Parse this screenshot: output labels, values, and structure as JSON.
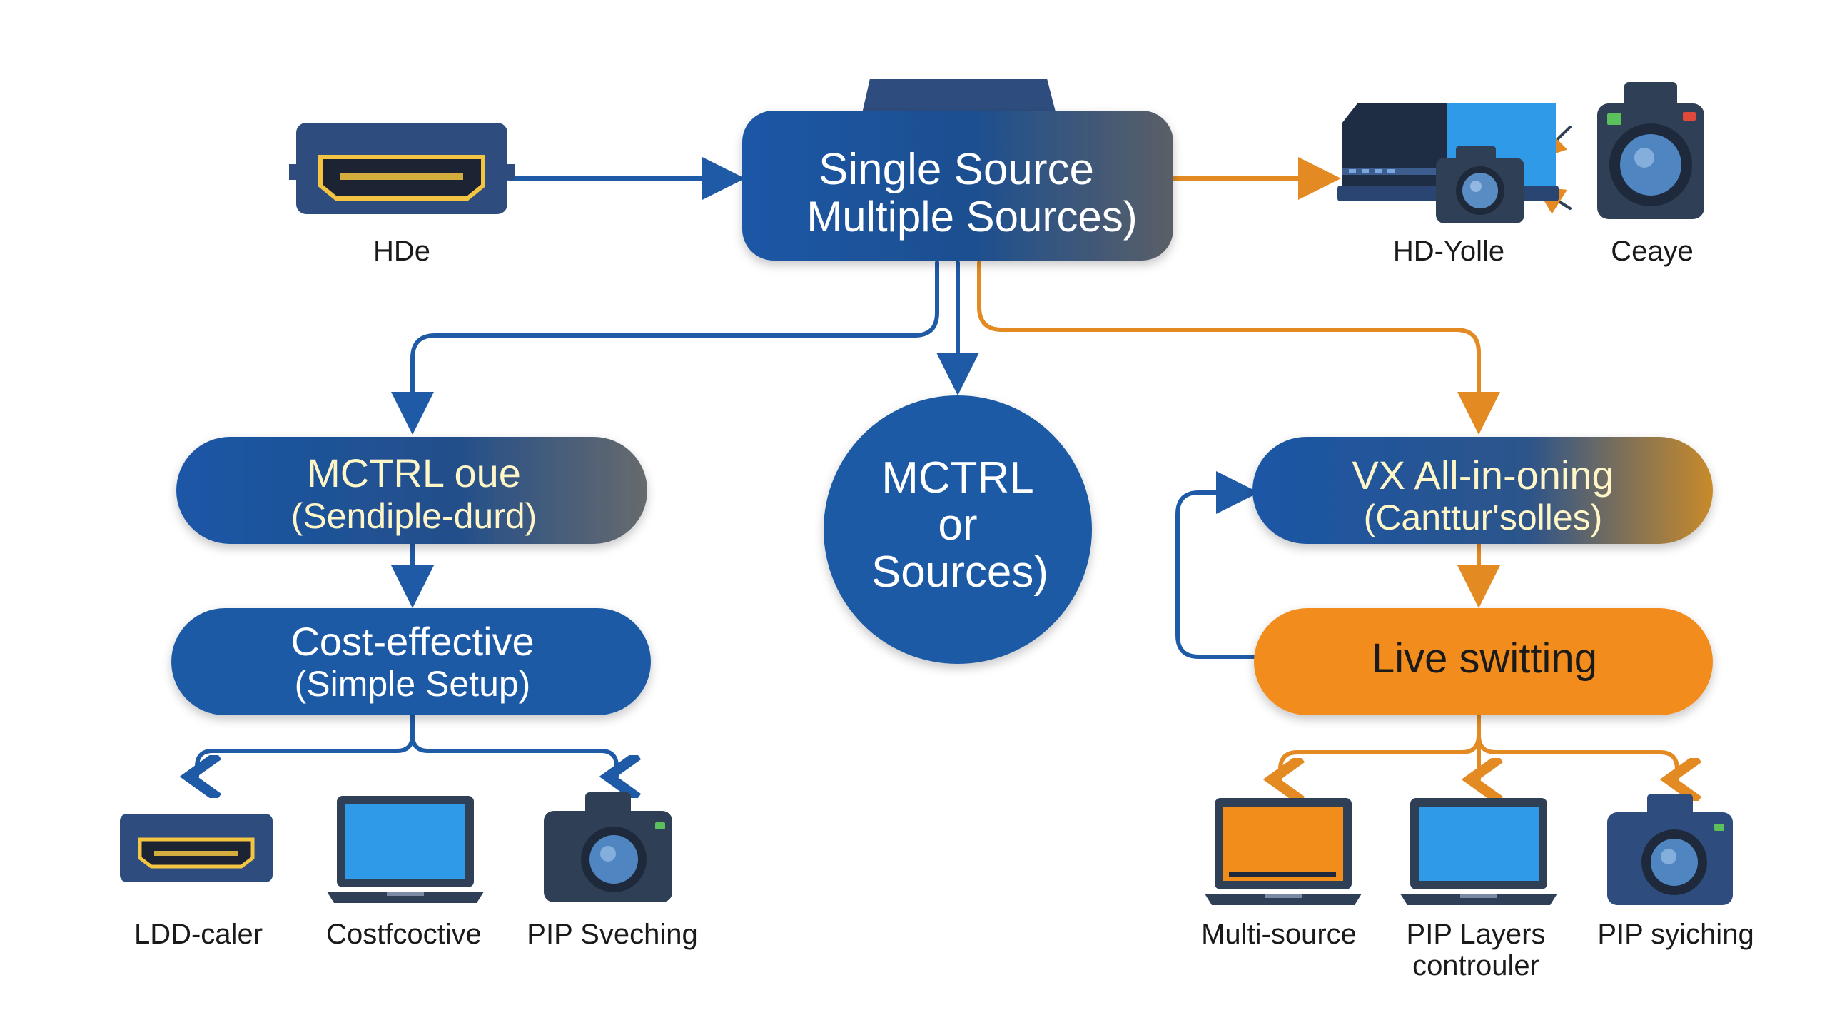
{
  "colors": {
    "blue": "#1f5aa6",
    "blue_dark": "#184a8c",
    "orange": "#f28c1a",
    "orange_line": "#e38a22",
    "slate": "#2f3f55",
    "screen_blue": "#2f9ae8",
    "screen_orange": "#f28c1a",
    "gold": "#f4c542"
  },
  "top": {
    "hdmi_label": "HDe",
    "center_line1": "Single Source",
    "center_line2": "Multiple Sources)",
    "switch_label": "HD-Yolle",
    "camera_label": "Ceaye"
  },
  "left": {
    "pill1_line1": "MCTRL oue",
    "pill1_line2": "(Sendiple-durd)",
    "pill2_line1": "Cost-effective",
    "pill2_line2": "(Simple Setup)",
    "items": [
      "LDD-caler",
      "Costfcoctive",
      "PIP Sveching"
    ],
    "icons": [
      "hdmi-connector-icon",
      "laptop-icon",
      "camera-icon"
    ]
  },
  "center": {
    "circle_line1": "MCTRL",
    "circle_line2": "or",
    "circle_line3": "Sources)"
  },
  "right": {
    "pill1_line1": "VX All-in-oning",
    "pill1_line2": "(Canttur'solles)",
    "pill2_line1": "Live switting",
    "items_line1": [
      "Multi-source",
      "PIP Layers",
      "PIP syiching"
    ],
    "items_line2": [
      "",
      "controuler",
      ""
    ],
    "icons": [
      "laptop-orange-icon",
      "laptop-icon",
      "camera-icon"
    ]
  }
}
